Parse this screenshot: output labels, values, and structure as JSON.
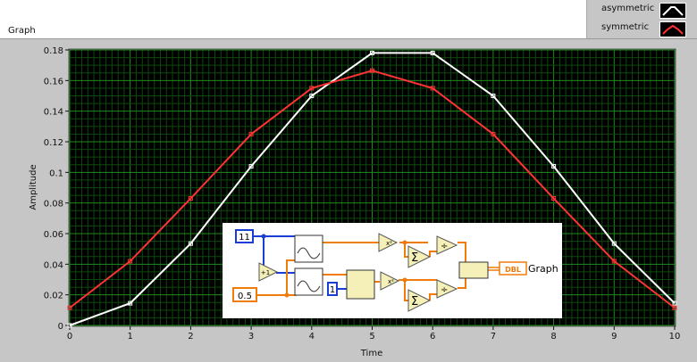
{
  "graph": {
    "label": "Graph",
    "xlabel": "Time",
    "ylabel": "Amplitude"
  },
  "legend": [
    {
      "name": "asymmetric",
      "color": "#ffffff"
    },
    {
      "name": "symmetric",
      "color": "#ff3333"
    }
  ],
  "chart_data": {
    "type": "line",
    "x": [
      0,
      1,
      2,
      3,
      4,
      5,
      6,
      7,
      8,
      9,
      10
    ],
    "xlim": [
      0,
      10
    ],
    "ylim": [
      0,
      0.18
    ],
    "xticks": [
      "0",
      "1",
      "2",
      "3",
      "4",
      "5",
      "6",
      "7",
      "8",
      "9",
      "10"
    ],
    "yticks": [
      "0",
      "0.02",
      "0.04",
      "0.06",
      "0.08",
      "0.1",
      "0.12",
      "0.14",
      "0.16",
      "0.18"
    ],
    "series": [
      {
        "name": "asymmetric",
        "color": "#ffffff",
        "values": [
          0,
          0.0145,
          0.0535,
          0.104,
          0.15,
          0.178,
          0.178,
          0.15,
          0.104,
          0.0535,
          0.0145
        ]
      },
      {
        "name": "symmetric",
        "color": "#ff3333",
        "values": [
          0.0115,
          0.042,
          0.083,
          0.125,
          0.155,
          0.1665,
          0.155,
          0.125,
          0.083,
          0.042,
          0.0115
        ]
      }
    ]
  },
  "diagram": {
    "const_n": "11",
    "const_half": "0.5",
    "const_one": "1",
    "inc": "+1",
    "sq": "x²",
    "sum": "Σ",
    "div": "÷",
    "dbl": "DBL",
    "indicator": "Graph"
  }
}
